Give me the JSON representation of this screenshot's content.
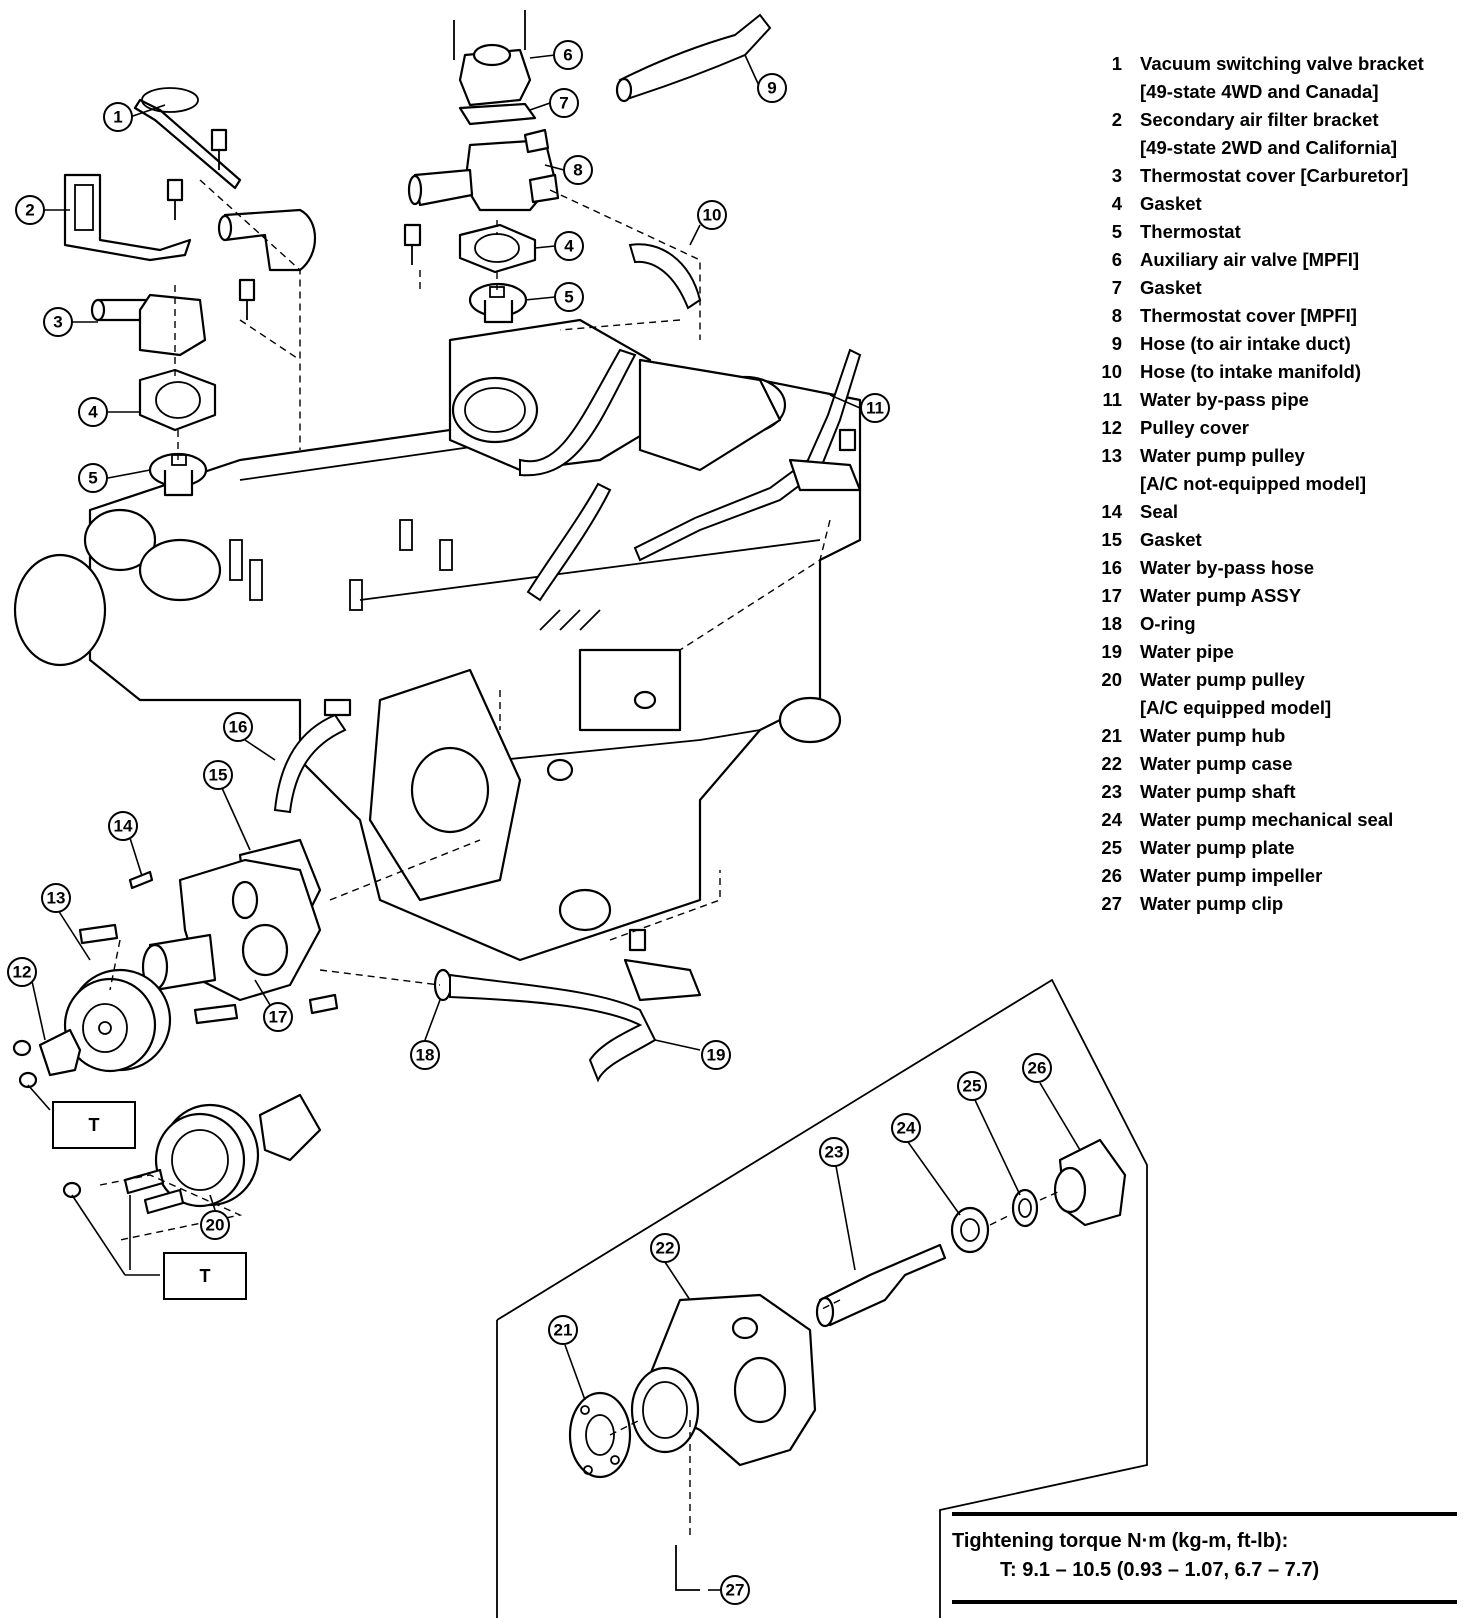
{
  "legend": [
    {
      "num": "1",
      "text": "Vacuum switching valve bracket"
    },
    {
      "num": "",
      "text": "[49-state 4WD and Canada]"
    },
    {
      "num": "2",
      "text": "Secondary air filter bracket"
    },
    {
      "num": "",
      "text": "[49-state 2WD and California]"
    },
    {
      "num": "3",
      "text": "Thermostat cover [Carburetor]"
    },
    {
      "num": "4",
      "text": "Gasket"
    },
    {
      "num": "5",
      "text": "Thermostat"
    },
    {
      "num": "6",
      "text": "Auxiliary air valve [MPFI]"
    },
    {
      "num": "7",
      "text": "Gasket"
    },
    {
      "num": "8",
      "text": "Thermostat cover [MPFI]"
    },
    {
      "num": "9",
      "text": "Hose (to air intake duct)"
    },
    {
      "num": "10",
      "text": "Hose (to intake manifold)"
    },
    {
      "num": "11",
      "text": "Water by-pass pipe"
    },
    {
      "num": "12",
      "text": "Pulley cover"
    },
    {
      "num": "13",
      "text": "Water pump pulley"
    },
    {
      "num": "",
      "text": "[A/C not-equipped model]"
    },
    {
      "num": "14",
      "text": "Seal"
    },
    {
      "num": "15",
      "text": "Gasket"
    },
    {
      "num": "16",
      "text": "Water by-pass hose"
    },
    {
      "num": "17",
      "text": "Water pump ASSY"
    },
    {
      "num": "18",
      "text": "O-ring"
    },
    {
      "num": "19",
      "text": "Water pipe"
    },
    {
      "num": "20",
      "text": "Water pump pulley"
    },
    {
      "num": "",
      "text": "[A/C equipped model]"
    },
    {
      "num": "21",
      "text": "Water pump hub"
    },
    {
      "num": "22",
      "text": "Water pump case"
    },
    {
      "num": "23",
      "text": "Water pump shaft"
    },
    {
      "num": "24",
      "text": "Water pump mechanical seal"
    },
    {
      "num": "25",
      "text": "Water pump plate"
    },
    {
      "num": "26",
      "text": "Water pump impeller"
    },
    {
      "num": "27",
      "text": "Water pump clip"
    }
  ],
  "callouts": [
    "1",
    "2",
    "3",
    "4",
    "5",
    "6",
    "7",
    "8",
    "9",
    "10",
    "11",
    "12",
    "13",
    "14",
    "15",
    "16",
    "17",
    "18",
    "19",
    "20",
    "21",
    "22",
    "23",
    "24",
    "25",
    "26",
    "27",
    "4",
    "5"
  ],
  "torque_marks": {
    "box1": "T",
    "box2": "T"
  },
  "torque_note": {
    "heading": "Tightening torque  N·m (kg-m, ft-lb):",
    "value": "T:  9.1 – 10.5 (0.93 – 1.07, 6.7 – 7.7)"
  }
}
